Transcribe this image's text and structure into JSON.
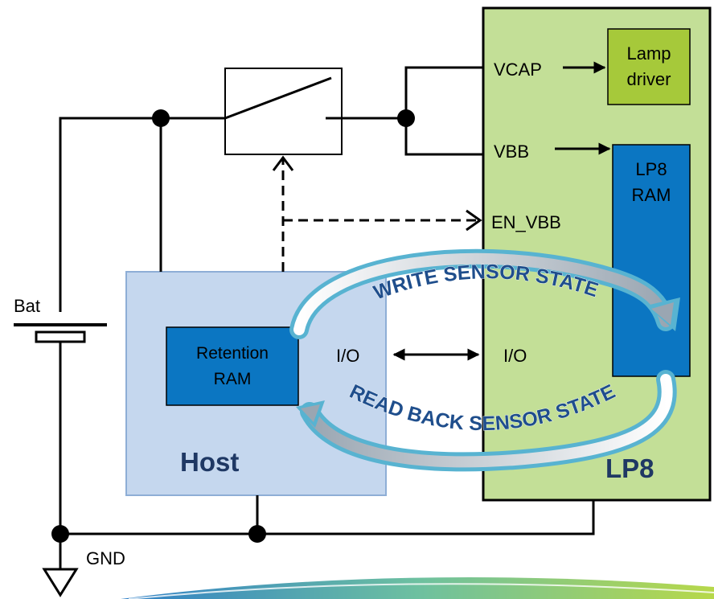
{
  "labels": {
    "vcap": "VCAP",
    "vbb": "VBB",
    "en_vbb": "EN_VBB",
    "lamp_driver_line1": "Lamp",
    "lamp_driver_line2": "driver",
    "lp8_ram_line1": "LP8",
    "lp8_ram_line2": "RAM",
    "retention_ram_line1": "Retention",
    "retention_ram_line2": "RAM",
    "host_io": "I/O",
    "lp8_io": "I/O",
    "host": "Host",
    "lp8": "LP8",
    "battery": "Bat",
    "ground": "GND",
    "write_arc": "WRITE SENSOR STATE",
    "read_arc": "READ BACK SENSOR STATE"
  },
  "colors": {
    "lp8_chip": "#c3df97",
    "host_block": "#c5d7ee",
    "ram_block": "#0b76c2",
    "lamp_driver": "#a6c93a",
    "arc_outline": "#58b3d1",
    "arc_text": "#1f4e8c",
    "wire": "#000000"
  }
}
